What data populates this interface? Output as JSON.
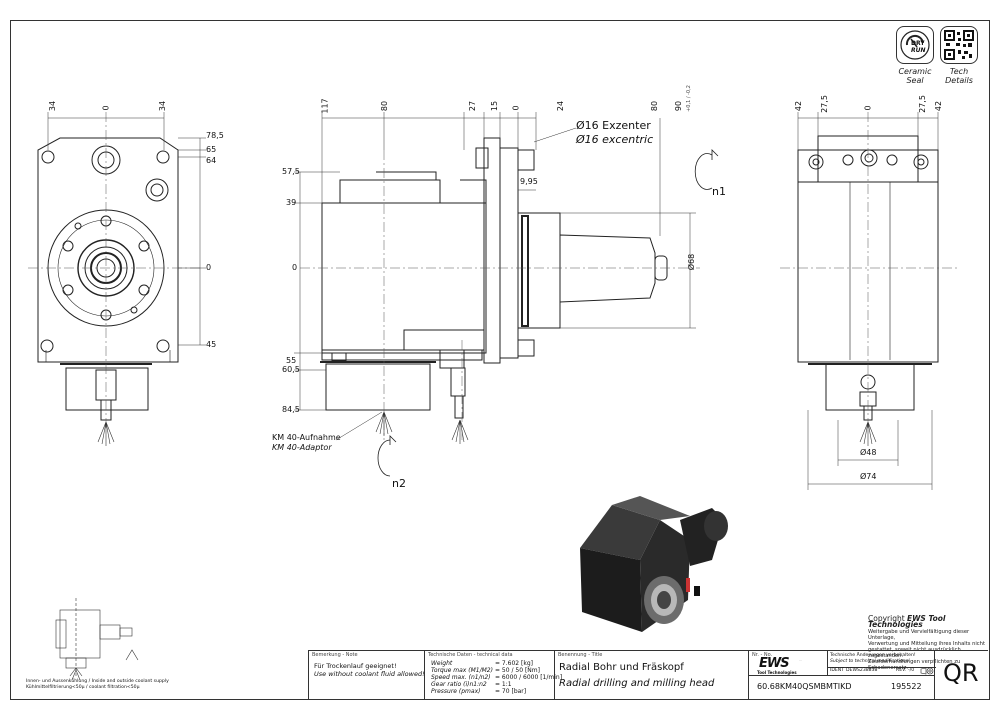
{
  "badges": {
    "ceramic": {
      "icon_text_1": "DRY",
      "icon_text_2": "RUN",
      "caption_1": "Ceramic",
      "caption_2": "Seal"
    },
    "tech": {
      "caption_1": "Tech",
      "caption_2": "Details"
    }
  },
  "dims": {
    "left_view": {
      "top": [
        "34",
        "0",
        "34"
      ],
      "right": [
        "78,5",
        "65",
        "64",
        "0",
        "45"
      ]
    },
    "side_view": {
      "top": [
        "117",
        "80",
        "27",
        "15",
        "0",
        "24",
        "80",
        "90"
      ],
      "top_tol": "+0,1 / -0,2",
      "left": [
        "57,5",
        "39",
        "0",
        "55",
        "60,5",
        "84,5"
      ],
      "offset": "9,95",
      "dia_right": "Ø68"
    },
    "right_view": {
      "top": [
        "42",
        "27,5",
        "0",
        "27,5",
        "42"
      ],
      "bottom": [
        "Ø48",
        "Ø74"
      ]
    }
  },
  "labels": {
    "exz_de": "Ø16 Exzenter",
    "exz_en": "Ø16 excentric",
    "n1": "n1",
    "n2": "n2",
    "km_de": "KM 40-Aufnahme",
    "km_en": "KM 40-Adaptor",
    "coolant_1": "Innen- und Aussenkühlung / Inside and outside coolant supply",
    "coolant_2": "Kühlmittelfiltrierung<50µ / coolant filtration<50µ"
  },
  "copyright": {
    "title_prefix": "Copyright ",
    "title_brand": "EWS Tool Technologies",
    "lines": [
      "Weitergabe und Vervielfältigung dieser Unterlage,",
      "Verwertung und Mitteilung ihres Inhalts nicht",
      "gestattet, soweit nicht ausdrücklich zugestanden.",
      "Zuwiderhandlungen verpflichten zu Schadenersatz."
    ]
  },
  "title_block": {
    "remark_hdr": "Bemerkung - Note",
    "remark_de": "Für Trockenlauf geeignet!",
    "remark_en": "Use without coolant fluid allowed!",
    "tech_hdr": "Technische Daten - technical data",
    "tech_rows": [
      {
        "k": "Weight",
        "v": "= 7.602 [kg]"
      },
      {
        "k": "Torque max (M1/M2)",
        "v": "= 50 / 50 [Nm]"
      },
      {
        "k": "Speed max. (n1/n2)",
        "v": "= 6000 / 6000 [1/min]"
      },
      {
        "k": "Gear ratio (i)n1:n2",
        "v": "= 1:1"
      },
      {
        "k": "Pressure     (pmax)",
        "v": "= 70 [bar]"
      }
    ],
    "desc_hdr": "Benennung - Title",
    "desc_de": "Radial Bohr und Fräskopf",
    "desc_en": "Radial drilling and milling head",
    "nr_hdr": "Nr. - No.",
    "logo": "EWS",
    "logo_sub": "Tool Technologies",
    "notice_1": "Technische Änderungen vorbehalten!",
    "notice_2": "Subject to technical modifications!",
    "ident_label": "IDENT",
    "ident": "DEWS238838",
    "rev_label": "REV.",
    "rev": "-/0",
    "part_no": "60.68KM40QSMBMTIKD",
    "drawing_no": "195522",
    "qr": "QR"
  }
}
